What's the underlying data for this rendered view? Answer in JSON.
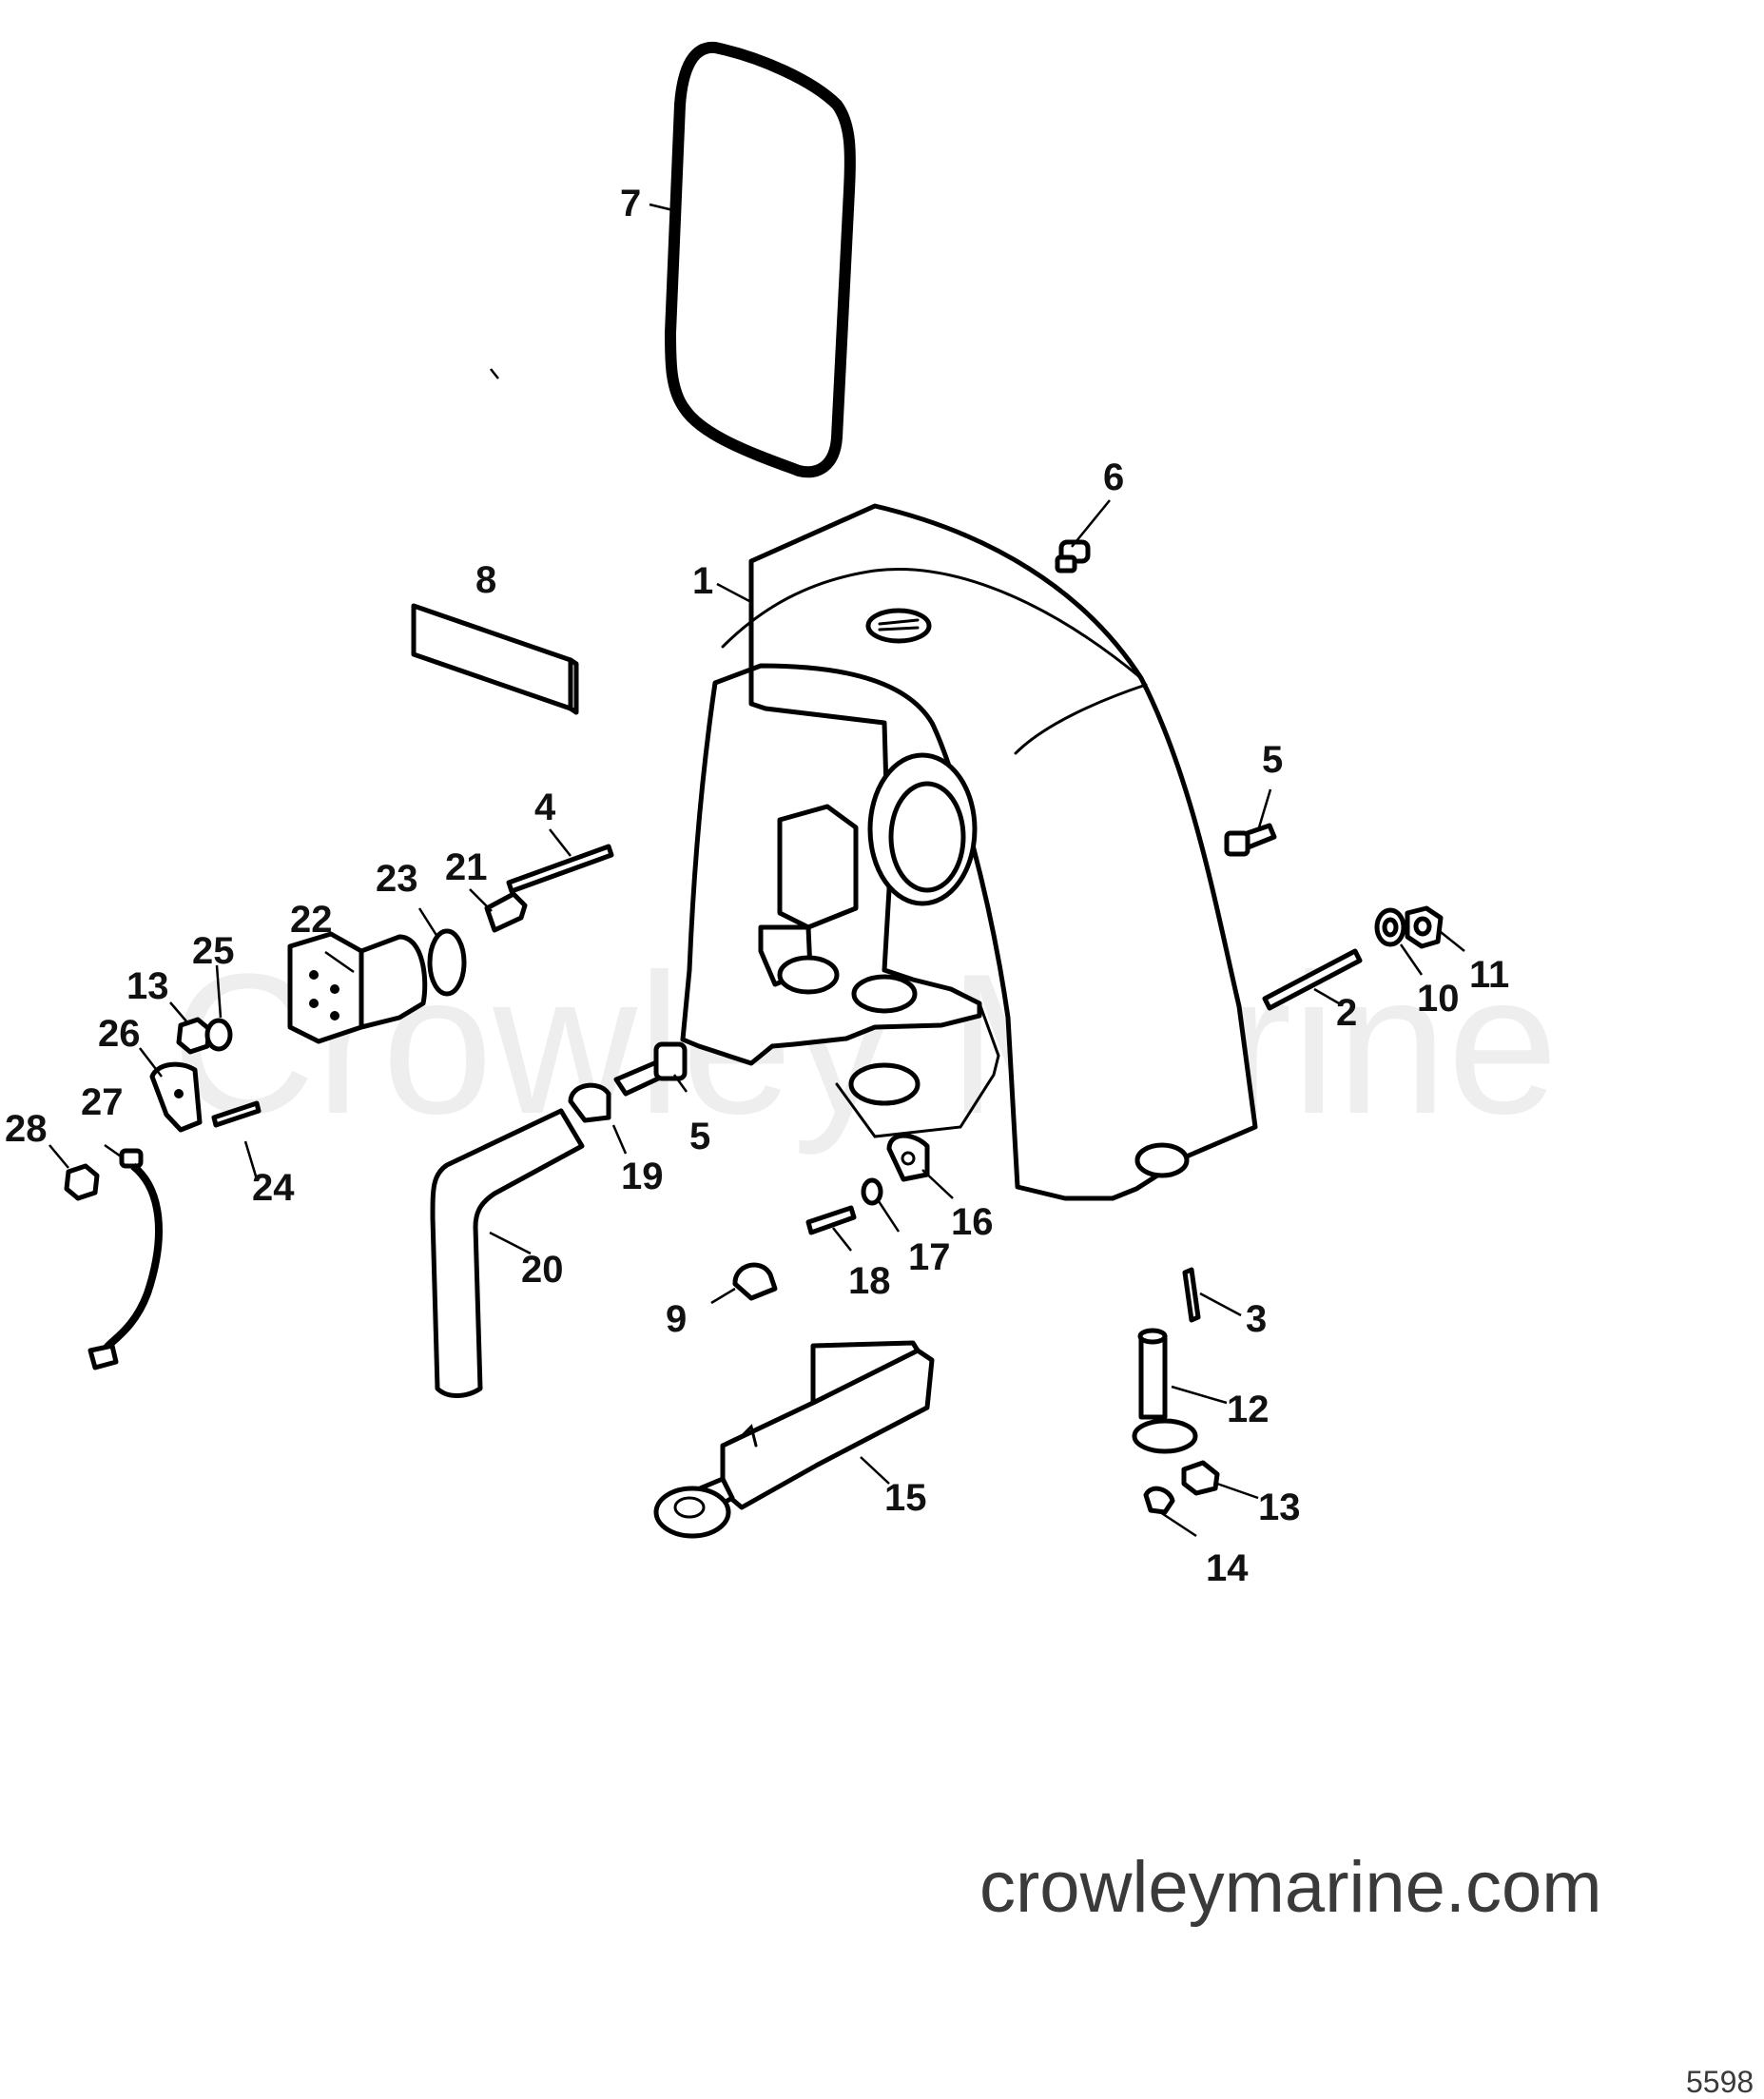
{
  "watermark": "Crowley Marine",
  "website": "crowleymarine.com",
  "figure_number": "5598",
  "callouts": [
    {
      "id": "c1",
      "label": "1"
    },
    {
      "id": "c2",
      "label": "2"
    },
    {
      "id": "c3",
      "label": "3"
    },
    {
      "id": "c4",
      "label": "4"
    },
    {
      "id": "c5a",
      "label": "5"
    },
    {
      "id": "c5b",
      "label": "5"
    },
    {
      "id": "c6",
      "label": "6"
    },
    {
      "id": "c7",
      "label": "7"
    },
    {
      "id": "c8",
      "label": "8"
    },
    {
      "id": "c9",
      "label": "9"
    },
    {
      "id": "c10",
      "label": "10"
    },
    {
      "id": "c11",
      "label": "11"
    },
    {
      "id": "c12",
      "label": "12"
    },
    {
      "id": "c13a",
      "label": "13"
    },
    {
      "id": "c13b",
      "label": "13"
    },
    {
      "id": "c14",
      "label": "14"
    },
    {
      "id": "c15",
      "label": "15"
    },
    {
      "id": "c16",
      "label": "16"
    },
    {
      "id": "c17",
      "label": "17"
    },
    {
      "id": "c18",
      "label": "18"
    },
    {
      "id": "c19",
      "label": "19"
    },
    {
      "id": "c20",
      "label": "20"
    },
    {
      "id": "c21",
      "label": "21"
    },
    {
      "id": "c22",
      "label": "22"
    },
    {
      "id": "c23",
      "label": "23"
    },
    {
      "id": "c24",
      "label": "24"
    },
    {
      "id": "c25",
      "label": "25"
    },
    {
      "id": "c26",
      "label": "26"
    },
    {
      "id": "c27",
      "label": "27"
    },
    {
      "id": "c28",
      "label": "28"
    }
  ]
}
